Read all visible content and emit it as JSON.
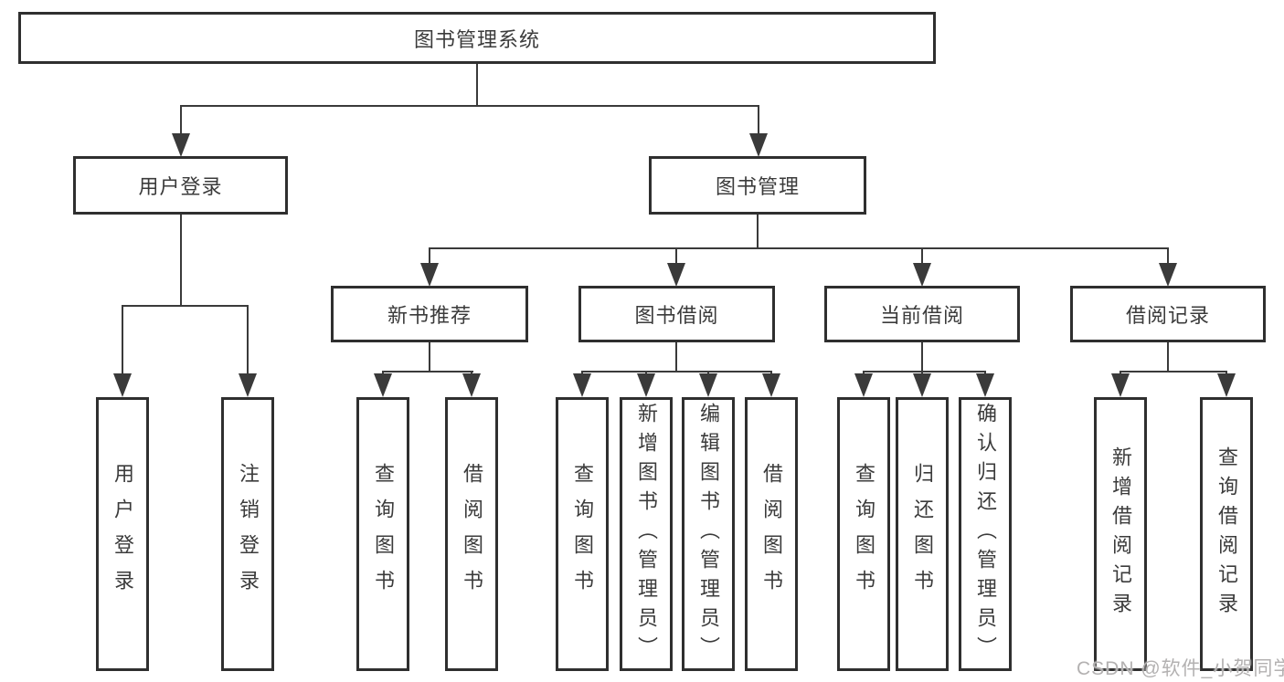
{
  "diagram": {
    "root": {
      "label": "图书管理系统"
    },
    "level2": [
      {
        "label": "用户登录"
      },
      {
        "label": "图书管理"
      }
    ],
    "level3": [
      {
        "label": "新书推荐"
      },
      {
        "label": "图书借阅"
      },
      {
        "label": "当前借阅"
      },
      {
        "label": "借阅记录"
      }
    ],
    "leaves": [
      {
        "label": "用户登录"
      },
      {
        "label": "注销登录"
      },
      {
        "label": "查询图书"
      },
      {
        "label": "借阅图书"
      },
      {
        "label": "查询图书"
      },
      {
        "label": "新增图书（管理员）"
      },
      {
        "label": "编辑图书（管理员）"
      },
      {
        "label": "借阅图书"
      },
      {
        "label": "查询图书"
      },
      {
        "label": "归还图书"
      },
      {
        "label": "确认归还（管理员）"
      },
      {
        "label": "新增借阅记录"
      },
      {
        "label": "查询借阅记录"
      }
    ]
  },
  "watermark": "CSDN @软件_小贺同学",
  "colors": {
    "line": "#3a3a3a",
    "box_border": "#2f2f2f",
    "text": "#3b3b3b",
    "watermark": "#b3b1b1",
    "background": "#ffffff"
  }
}
